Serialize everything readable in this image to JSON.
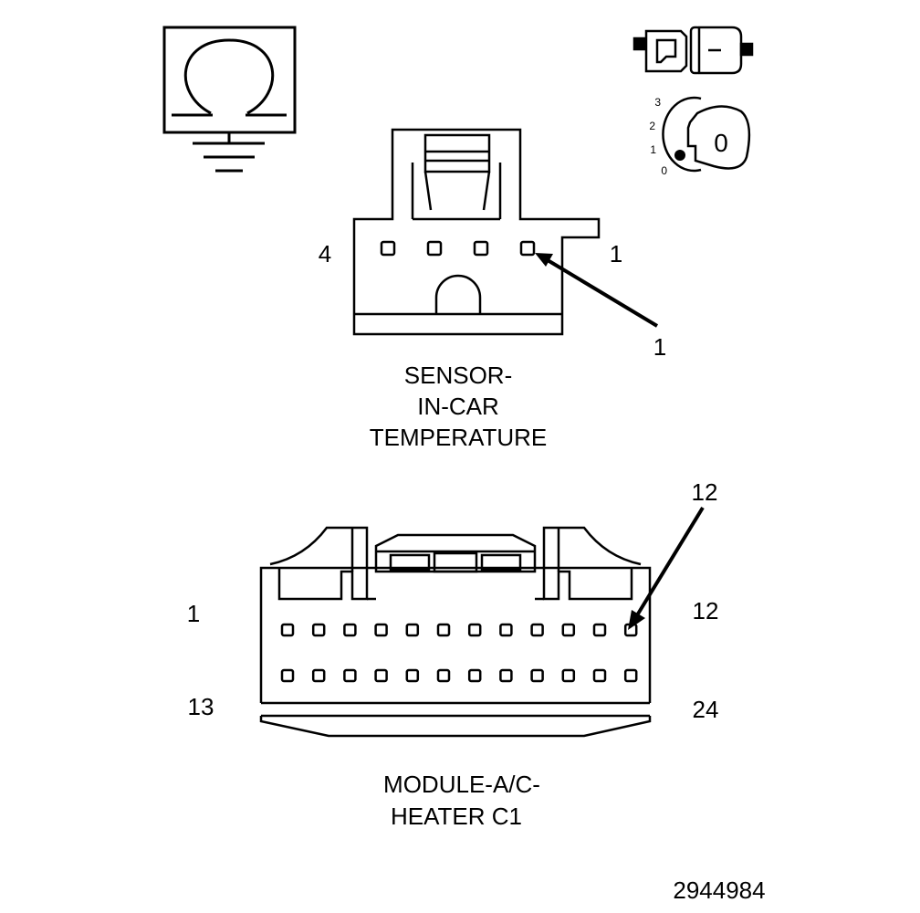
{
  "ohmmeter_icon": {
    "symbol": "Ω"
  },
  "ignition_key_icon": {
    "positions": [
      "3",
      "2",
      "1",
      "0"
    ],
    "key_label": "0"
  },
  "sensor_connector": {
    "title_lines": [
      "SENSOR-",
      "IN-CAR",
      "TEMPERATURE"
    ],
    "pin_left_label": "4",
    "pin_right_label": "1",
    "callout_label": "1",
    "pin_count": 4
  },
  "module_connector": {
    "title_lines": [
      "MODULE-A/C-",
      "HEATER C1"
    ],
    "top_left_label": "1",
    "top_right_label": "12",
    "bottom_left_label": "13",
    "bottom_right_label": "24",
    "callout_label": "12",
    "pins_per_row": 12
  },
  "figure_id": "2944984"
}
